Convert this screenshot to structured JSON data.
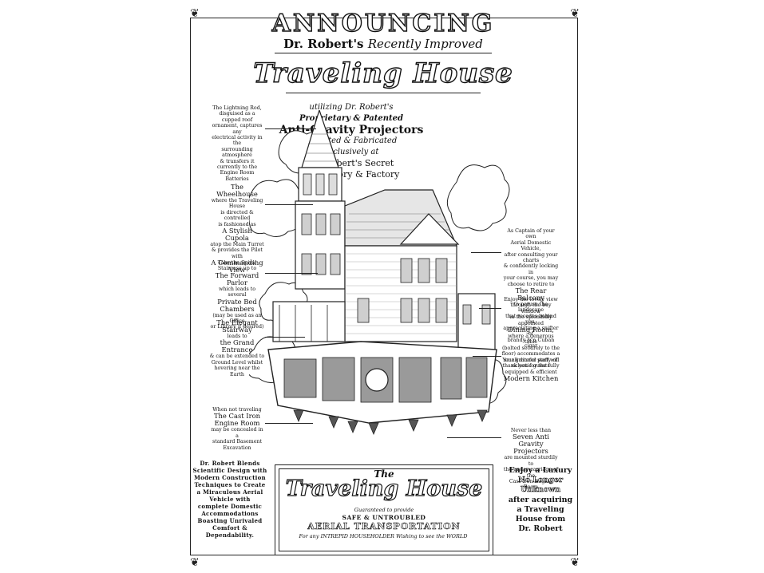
{
  "header": {
    "announcing": "ANNOUNCING",
    "byline_name": "Dr. Robert's",
    "byline_rest": "Recently Improved",
    "headline": "Traveling House"
  },
  "promo": {
    "l1": "utilizing Dr. Robert's",
    "l2": "Proprietary & Patented",
    "l3": "Anti-Gravity Projectors",
    "l4": "Invented & Fabricated",
    "l5": "exclusively at",
    "l6": "Dr. Robert's Secret",
    "l7": "Laboratory & Factory"
  },
  "notes_left": {
    "lightning": [
      "The Lightning Rod,",
      "disguised as a cupped roof",
      "ornament, captures any",
      "electrical activity in the",
      "surrounding atmosphere",
      "& transfers it currently to the",
      "Engine Room Batteries"
    ],
    "wheelhouse": [
      "The Wheelhouse",
      "where the Traveling House",
      "is directed & controlled",
      "is fashioned as",
      "A Stylish Cupola",
      "atop the Main Turret",
      "& provides the Pilot with",
      "A Commanding View"
    ],
    "parlor": [
      "Take the Spiral Staircase up to",
      "The Forward Parlor",
      "which leads to several",
      "Private Bed Chambers",
      "(may be used as an Office",
      "or Library if desired)"
    ],
    "stairway": [
      "The Elegant Stairway",
      "leads to",
      "the Grand Entrance",
      "& can be extended to",
      "Ground Level whilst",
      "hovering near the Earth"
    ],
    "engine": [
      "When not traveling",
      "The Cast Iron",
      "Engine Room",
      "may be concealed in a",
      "standard Basement",
      "Excavation"
    ]
  },
  "notes_right": {
    "balcony": [
      "As Captain of your own",
      "Aerial Domestic Vehicle,",
      "after consulting your charts",
      "& confidently locking in",
      "your course, you may",
      "choose to retire to",
      "The Rear Balcony",
      "to peruse the landscape",
      "that recedes behind you,",
      "appreciating a snifter of",
      "brandy & a Cuban cigar"
    ],
    "dining": [
      "Enjoy the lovely view",
      "through the bay window",
      "in the splendidly",
      "appointed",
      "Dining Room,",
      "where a generous table",
      "(bolted securely to the",
      "floor) accommodates a",
      "small dinner party of",
      "eclectic guests"
    ],
    "kitchen": [
      "Your grateful staff will",
      "thank you for the fully",
      "equipped & efficient",
      "Modern Kitchen"
    ],
    "projectors": [
      "Never less than",
      "Seven Anti Gravity",
      "Projectors",
      "are mounted sturdily to",
      "the under-carriage of the",
      "Cast-Iron Engine Room"
    ]
  },
  "bottom_left": [
    "Dr. Robert Blends",
    "Scientific Design with",
    "Modern Construction",
    "Techniques to Create",
    "a Miraculous Aerial",
    "Vehicle with",
    "complete Domestic",
    "Accommodations",
    "Boasting Unrivaled",
    "Comfort &",
    "Dependability."
  ],
  "bottom_right": [
    "Enjoy a Luxury",
    "No Longer",
    "Unknown",
    "after acquiring",
    "a Traveling",
    "House from",
    "Dr. Robert"
  ],
  "sign": {
    "the": "The",
    "title": "Traveling House",
    "guarantee": "Guaranteed to provide",
    "safe": "SAFE & UNTROUBLED",
    "aerial": "AERIAL TRANSPORTATION",
    "footer": "For any INTREPID HOUSEHOLDER Wishing to see the WORLD"
  },
  "colors": {
    "ink": "#111111",
    "paper": "#ffffff",
    "shade": "#9a9a9a"
  }
}
